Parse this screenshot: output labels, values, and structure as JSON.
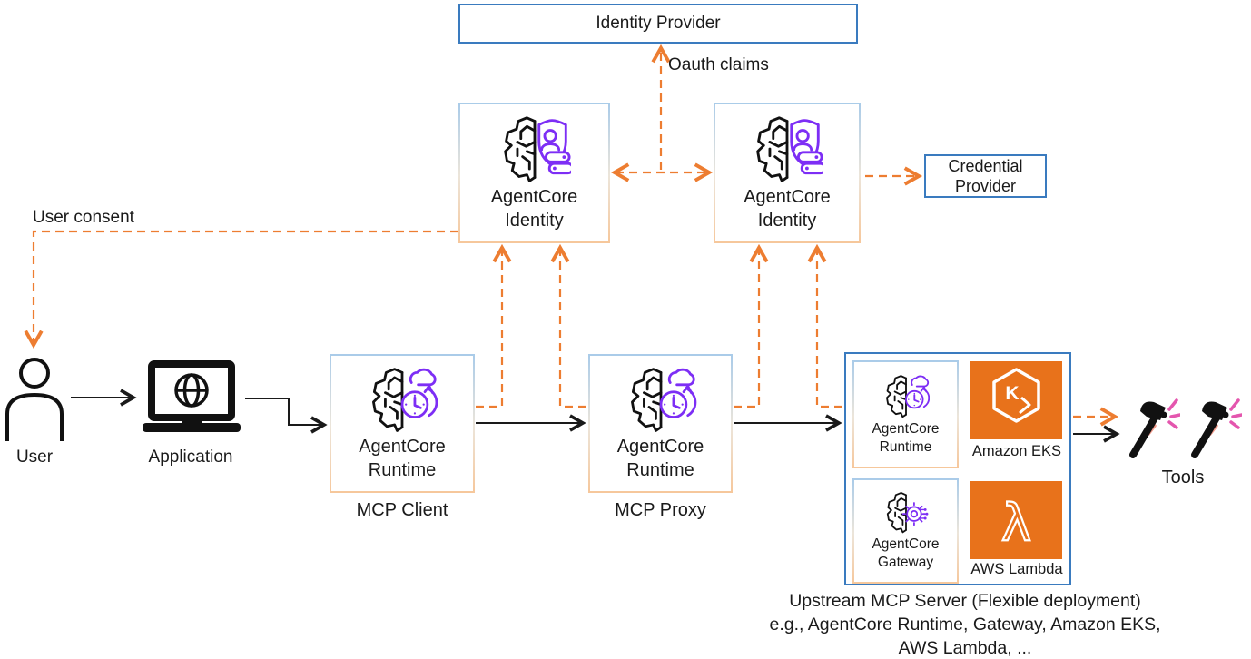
{
  "colors": {
    "accent_orange_dashed": "#ED7D31",
    "border_blue": "#3A7BBF",
    "aws_orange": "#E8721B",
    "icon_purple": "#7D2EF5",
    "spark_pink": "#E456AE",
    "spark_salmon": "#F29B8B"
  },
  "nodes": {
    "identity_provider": {
      "label": "Identity Provider"
    },
    "identity_left": {
      "line1": "AgentCore",
      "line2": "Identity"
    },
    "identity_right": {
      "line1": "AgentCore",
      "line2": "Identity"
    },
    "credential_provider": {
      "line1": "Credential",
      "line2": "Provider"
    },
    "user": {
      "label": "User"
    },
    "application": {
      "label": "Application"
    },
    "runtime_client": {
      "line1": "AgentCore",
      "line2": "Runtime",
      "caption": "MCP Client"
    },
    "runtime_proxy": {
      "line1": "AgentCore",
      "line2": "Runtime",
      "caption": "MCP Proxy"
    },
    "upstream": {
      "runtime": {
        "line1": "AgentCore",
        "line2": "Runtime"
      },
      "eks": {
        "label": "Amazon EKS",
        "glyph": "K"
      },
      "gateway": {
        "line1": "AgentCore",
        "line2": "Gateway"
      },
      "lambda": {
        "label": "AWS Lambda",
        "glyph": "λ"
      },
      "caption1": "Upstream MCP Server (Flexible deployment)",
      "caption2": "e.g., AgentCore Runtime, Gateway, Amazon EKS,",
      "caption3": "AWS Lambda, ..."
    },
    "tools": {
      "label": "Tools"
    }
  },
  "edges": {
    "user_consent_label": "User consent",
    "oauth_claims_label": "Oauth claims"
  }
}
